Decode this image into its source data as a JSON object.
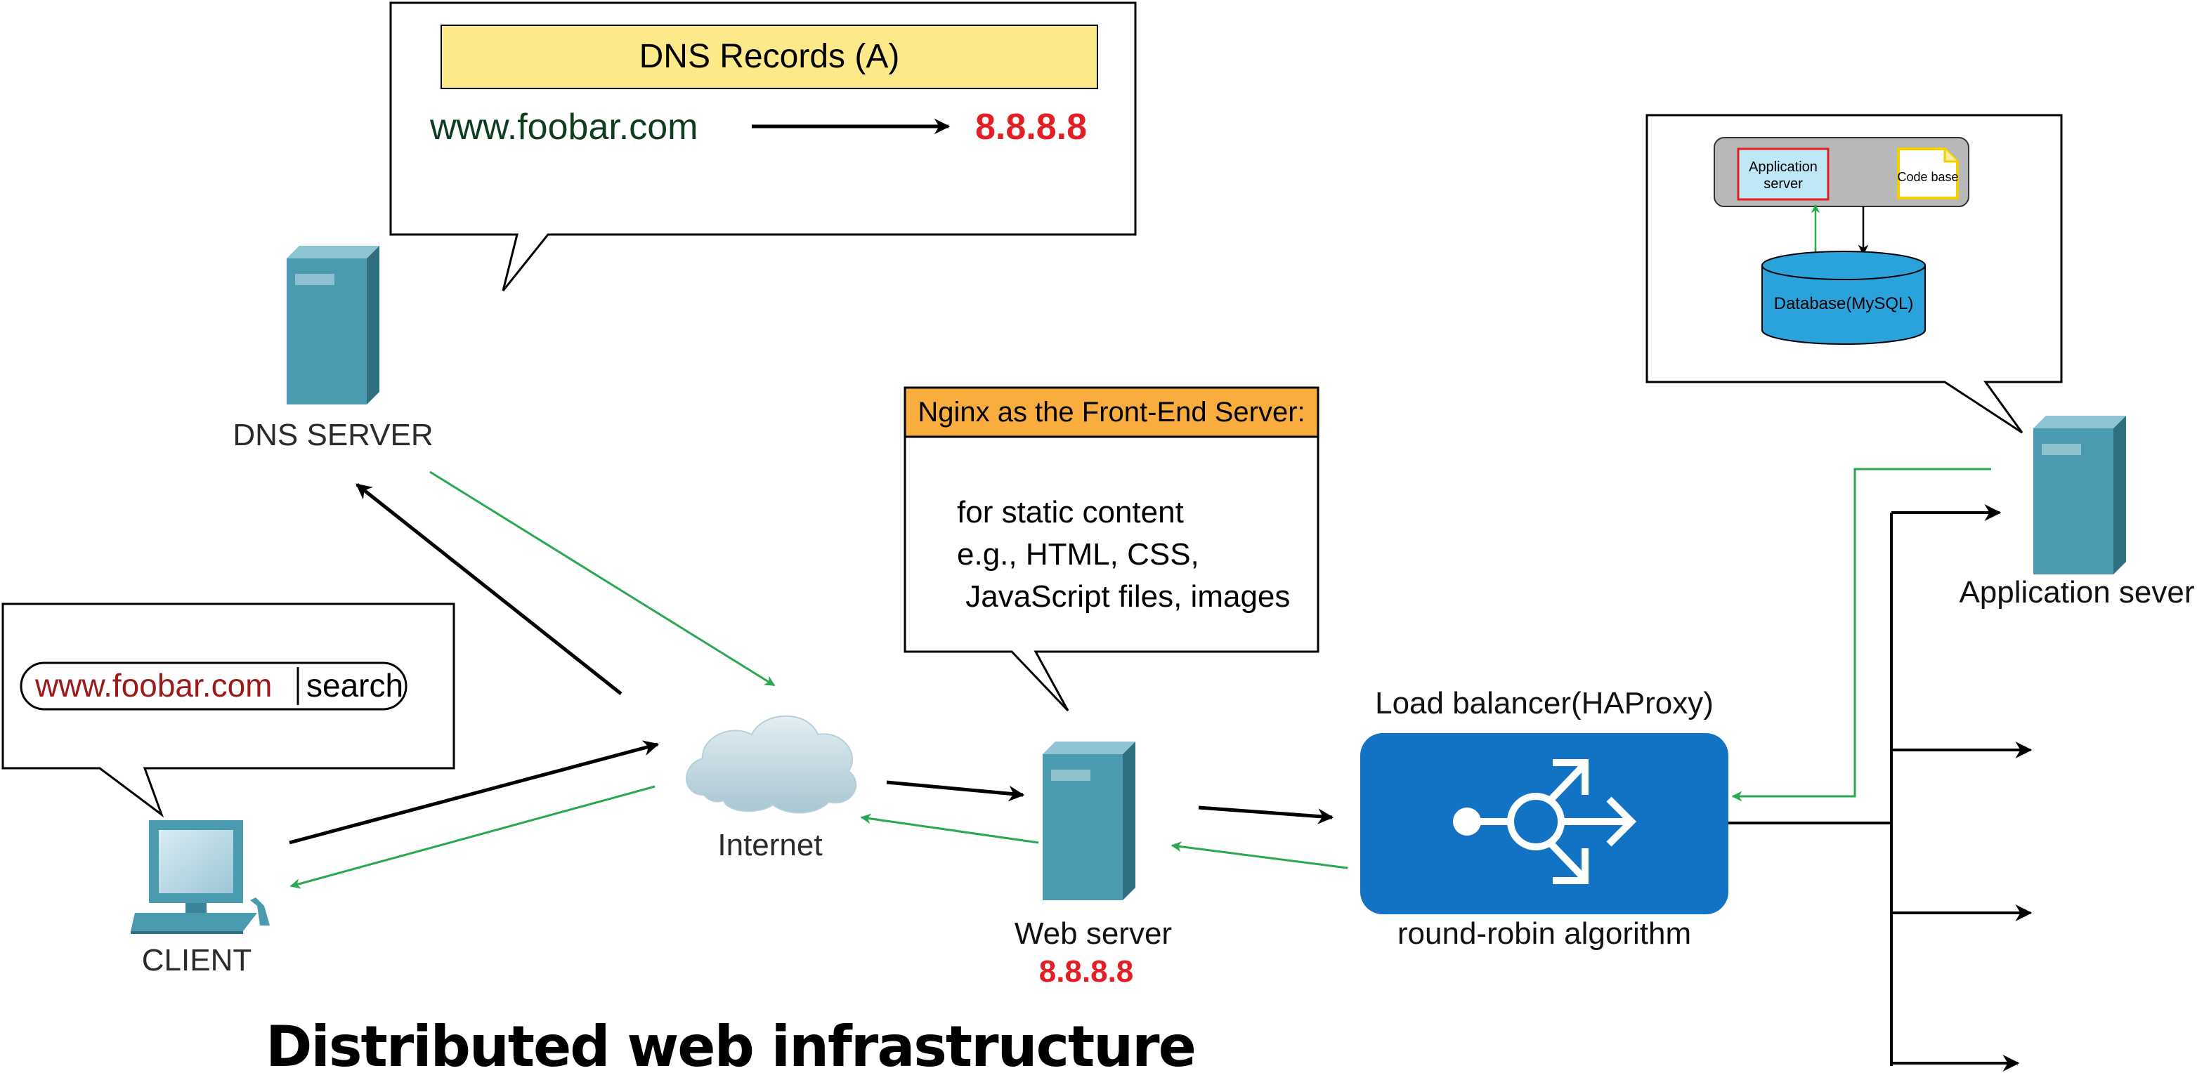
{
  "title": "Distributed web infrastructure",
  "dns_callout": {
    "header": "DNS Records (A)",
    "domain": "www.foobar.com",
    "ip": "8.8.8.8"
  },
  "dns_server": {
    "label": "DNS SERVER"
  },
  "client": {
    "label": "CLIENT",
    "search_box": {
      "url": "www.foobar.com",
      "button": "search"
    }
  },
  "internet": {
    "label": "Internet"
  },
  "web_server": {
    "label": "Web server",
    "ip": "8.8.8.8",
    "callout": {
      "header": "Nginx as the Front-End Server:",
      "lines": [
        "for static content",
        "e.g., HTML, CSS,",
        " JavaScript files, images"
      ]
    }
  },
  "load_balancer": {
    "label": "Load balancer(HAProxy)",
    "caption": "round-robin algorithm"
  },
  "app_server": {
    "label": "Application sever",
    "callout": {
      "app_box": [
        "Application",
        "server"
      ],
      "code_base": "Code base",
      "database": "Database(MySQL)"
    }
  },
  "colors": {
    "server_teal": "#4b9bb0",
    "lb_blue": "#1273c4",
    "dns_header": "#fbe98a",
    "nginx_header": "#f9ad3f",
    "arrow_green": "#2aa84f",
    "ip_red": "#e31e24",
    "domain_green": "#0f3d1f",
    "url_red": "#9c1a1a",
    "db_blue": "#2aa3dc"
  }
}
